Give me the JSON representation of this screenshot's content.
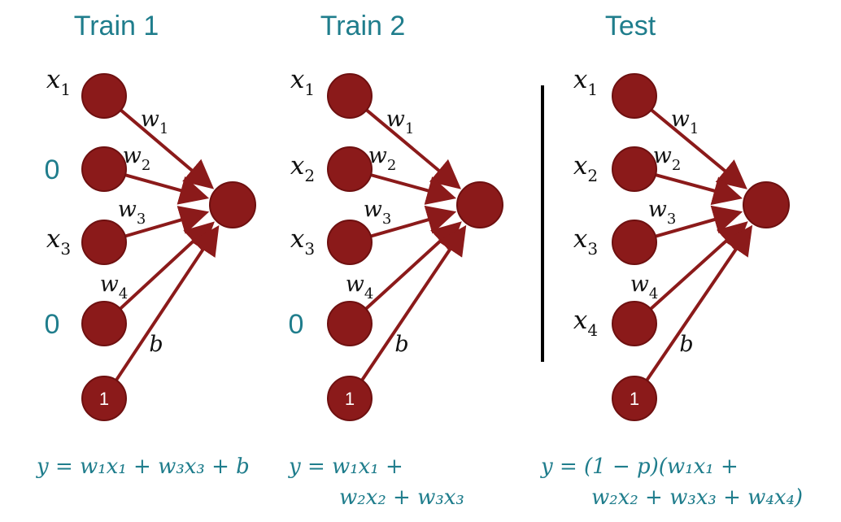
{
  "colors": {
    "node": "#8b1a1a",
    "node_stroke": "#6e1010",
    "arrow": "#8b1a1a",
    "title": "#1f7d8c",
    "zero": "#1f7d8c",
    "equation": "#1f7d8c",
    "separator": "#000000"
  },
  "panels": [
    {
      "title": "Train 1",
      "inputs": [
        {
          "kind": "var",
          "base": "x",
          "sub": "1"
        },
        {
          "kind": "zero",
          "text": "0"
        },
        {
          "kind": "var",
          "base": "x",
          "sub": "3"
        },
        {
          "kind": "zero",
          "text": "0"
        }
      ],
      "bias_node": "1",
      "weights": [
        {
          "base": "w",
          "sub": "1"
        },
        {
          "base": "w",
          "sub": "2"
        },
        {
          "base": "w",
          "sub": "3"
        },
        {
          "base": "w",
          "sub": "4"
        }
      ],
      "bias_label": "b",
      "equation_lines": [
        "y = w₁x₁ + w₃x₃ + b"
      ]
    },
    {
      "title": "Train 2",
      "inputs": [
        {
          "kind": "var",
          "base": "x",
          "sub": "1"
        },
        {
          "kind": "var",
          "base": "x",
          "sub": "2"
        },
        {
          "kind": "var",
          "base": "x",
          "sub": "3"
        },
        {
          "kind": "zero",
          "text": "0"
        }
      ],
      "bias_node": "1",
      "weights": [
        {
          "base": "w",
          "sub": "1"
        },
        {
          "base": "w",
          "sub": "2"
        },
        {
          "base": "w",
          "sub": "3"
        },
        {
          "base": "w",
          "sub": "4"
        }
      ],
      "bias_label": "b",
      "equation_lines": [
        "y = w₁x₁ +",
        "w₂x₂ + w₃x₃"
      ]
    },
    {
      "title": "Test",
      "inputs": [
        {
          "kind": "var",
          "base": "x",
          "sub": "1"
        },
        {
          "kind": "var",
          "base": "x",
          "sub": "2"
        },
        {
          "kind": "var",
          "base": "x",
          "sub": "3"
        },
        {
          "kind": "var",
          "base": "x",
          "sub": "4"
        }
      ],
      "bias_node": "1",
      "weights": [
        {
          "base": "w",
          "sub": "1"
        },
        {
          "base": "w",
          "sub": "2"
        },
        {
          "base": "w",
          "sub": "3"
        },
        {
          "base": "w",
          "sub": "4"
        }
      ],
      "bias_label": "b",
      "equation_lines": [
        "y = (1 − p)(w₁x₁ +",
        "w₂x₂ + w₃x₃ + w₄x₄)"
      ]
    }
  ]
}
